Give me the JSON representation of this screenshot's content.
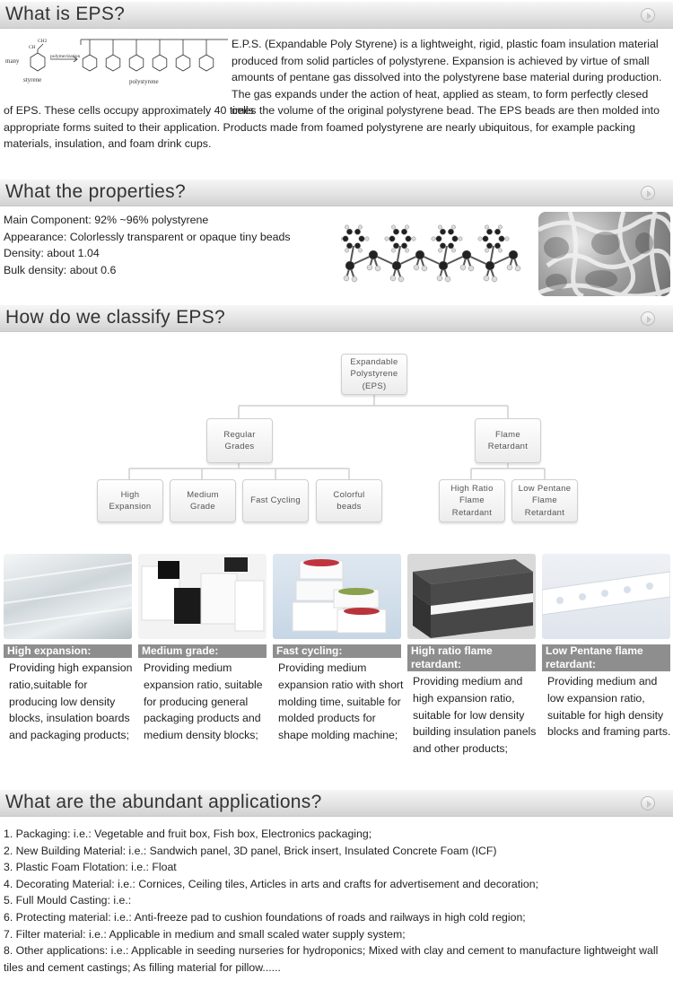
{
  "sections": {
    "what_is": {
      "title": "What is EPS?"
    },
    "properties": {
      "title": "What the properties?"
    },
    "classify": {
      "title": "How do we classify EPS?"
    },
    "applications": {
      "title": "What are the abundant applications?"
    }
  },
  "intro": {
    "text_a": "E.P.S. (Expandable Poly Styrene) is a lightweight, rigid, plastic foam insulation material produced from solid particles of polystyrene. Expansion is achieved by virtue of small amounts of pentane gas dissolved into the polystyrene base material during production. The gas expands under the action of heat, applied as steam, to form perfectly clesed cells",
    "text_b": "of EPS. These cells occupy approximately 40 times the volume of the original polystyrene bead. The EPS beads are then molded into appropriate forms suited to their application. Products made from foamed polystyrene are nearly ubiquitous, for example packing materials, insulation, and foam drink cups.",
    "diagram": {
      "many": "many",
      "arrow_label": "polymerization",
      "styrene": "styrene",
      "polystyrene": "polystyrene",
      "ch2": "CH2",
      "ch": "CH"
    }
  },
  "properties": [
    "Main Component: 92% ~96% polystyrene",
    "Appearance: Colorlessly transparent or opaque tiny beads",
    "Density: about 1.04",
    "Bulk density: about 0.6"
  ],
  "tree": {
    "root": [
      "Expandable",
      "Polystyrene",
      "(EPS)"
    ],
    "regular": [
      "Regular",
      "Grades"
    ],
    "flame": [
      "Flame",
      "Retardant"
    ],
    "high_expansion": [
      "High",
      "Expansion"
    ],
    "medium_grade": [
      "Medium",
      "Grade"
    ],
    "fast_cycling": [
      "Fast Cycling"
    ],
    "colorful": [
      "Colorful",
      "beads"
    ],
    "high_ratio": [
      "High Ratio",
      "Flame",
      "Retardant"
    ],
    "low_pentane": [
      "Low Pentane",
      "Flame",
      "Retardant"
    ]
  },
  "cards": [
    {
      "caption": "High expansion:",
      "desc": "Providing high expansion ratio,suitable for producing low density blocks, insulation boards and packaging products;"
    },
    {
      "caption": "Medium grade:",
      "desc": "Providing medium expansion ratio, suitable for producing general packaging products and medium density blocks;"
    },
    {
      "caption": "Fast cycling:",
      "desc": "Providing medium expansion ratio with short molding time, suitable for molded products for shape molding machine;"
    },
    {
      "caption": "High ratio flame retardant:",
      "desc": "Providing medium and high expansion ratio, suitable for low density building insulation panels and other products;"
    },
    {
      "caption": "Low Pentane flame retardant:",
      "desc": "Providing medium and low expansion ratio, suitable for high density blocks and framing parts."
    }
  ],
  "applications": [
    "1. Packaging: i.e.: Vegetable and fruit box, Fish box, Electronics packaging;",
    "2. New Building Material: i.e.: Sandwich panel, 3D panel, Brick insert, Insulated Concrete Foam (ICF)",
    "3. Plastic Foam Flotation: i.e.: Float",
    "4. Decorating Material: i.e.: Cornices, Ceiling tiles, Articles in arts and crafts for advertisement and decoration;",
    "5. Full Mould Casting: i.e.:",
    "6. Protecting material: i.e.: Anti-freeze pad to cushion foundations of roads and railways in high cold region;",
    "7. Filter material: i.e.: Applicable in medium and small scaled water supply system;",
    "8. Other applications: i.e.: Applicable in seeding nurseries for hydroponics; Mixed with clay and cement to manufacture lightweight wall tiles and cement castings; As filling material for pillow......"
  ],
  "colors": {
    "caption_bg": "#8e8e8e",
    "bar_top": "#f6f6f6",
    "bar_bottom": "#d2d2d2"
  }
}
